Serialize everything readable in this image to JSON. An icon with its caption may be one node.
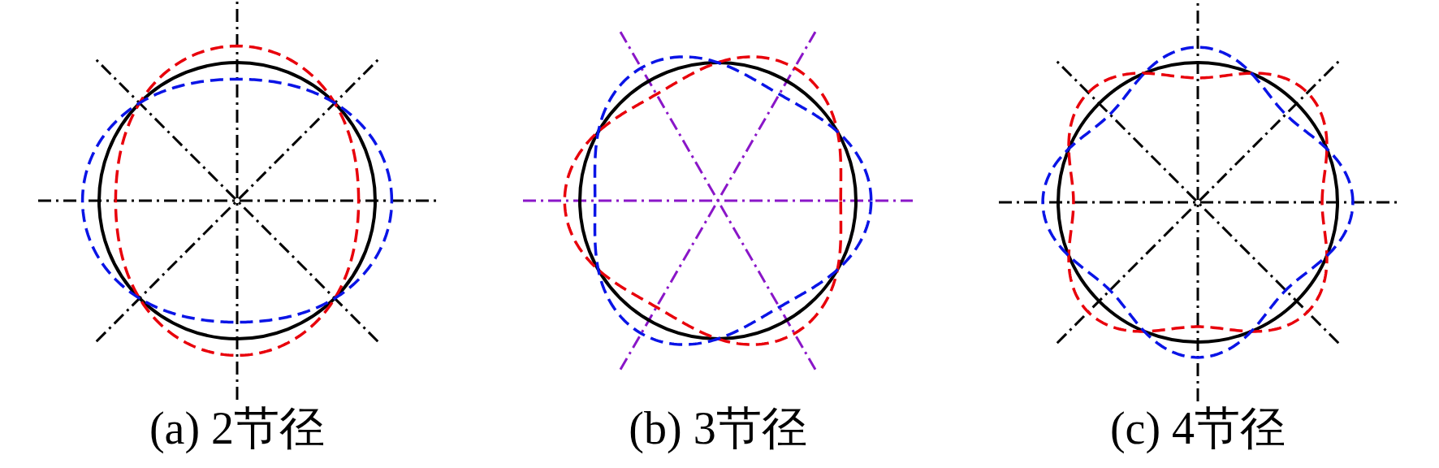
{
  "diagram": {
    "labels": [
      "(a) 2节径",
      "(b) 3节径",
      "(c) 4节径"
    ]
  }
}
